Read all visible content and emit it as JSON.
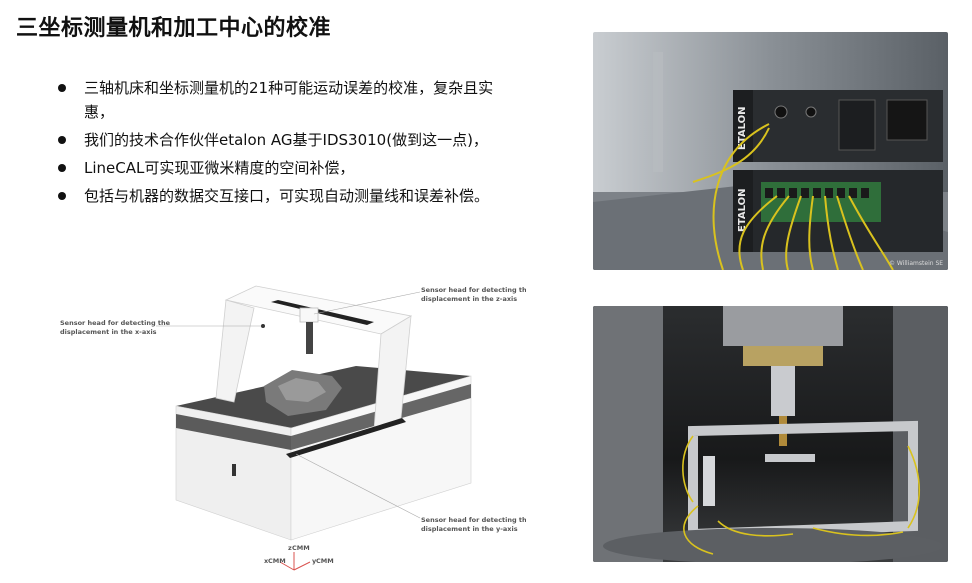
{
  "title": "三坐标测量机和加工中心的校准",
  "bullets": [
    "三轴机床和坐标测量机的21种可能运动误差的校准，复杂且实惠，",
    "我们的技术合作伙伴etalon AG基于IDS3010(做到这一点)，",
    "LineCAL可实现亚微米精度的空间补偿，",
    "包括与机器的数据交互接口，可实现自动测量线和误差补偿。"
  ],
  "diagram": {
    "annotation_x": [
      "Sensor head for detecting the",
      "displacement in the x-axis"
    ],
    "annotation_z": [
      "Sensor head for detecting the",
      "displacement in the z-axis"
    ],
    "annotation_y": [
      "Sensor head for detecting the",
      "displacement in the y-axis"
    ],
    "axis_z": "z",
    "axis_x": "x",
    "axis_y": "y",
    "axis_sub": "CMM"
  },
  "photo_top": {
    "device_brand": "ETALON",
    "credit": "© Williamstein SE"
  },
  "colors": {
    "photo_dark": "#2a2d30",
    "cable_yellow": "#d9c21e",
    "machine_gray": "#5a5a5a"
  }
}
